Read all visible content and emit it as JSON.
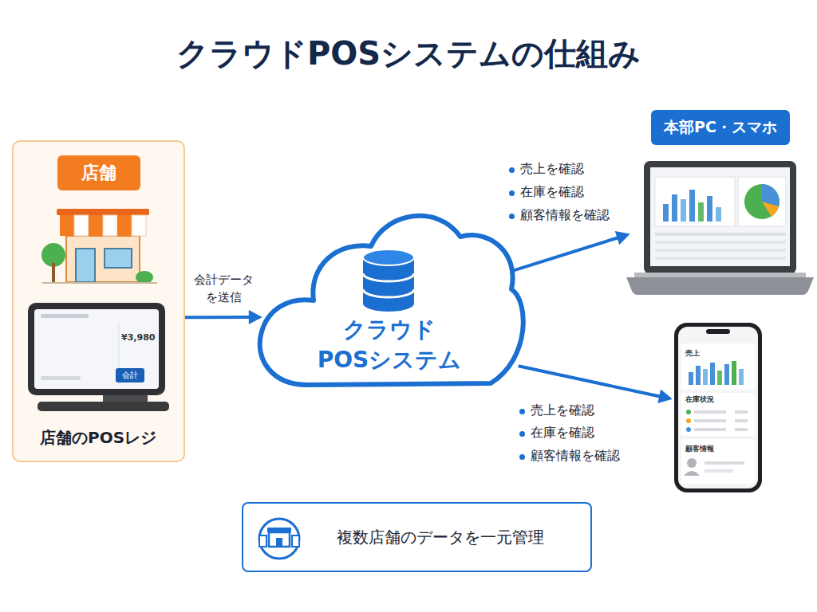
{
  "diagram": {
    "title": "クラウドPOSシステムの仕組み",
    "nodes": [
      {
        "text": [
          "店舗",
          "店舗のPOSレジ"
        ]
      },
      {
        "text": [
          "クラウド POSシステム"
        ]
      },
      {
        "text": [
          "本部PC・スマホ"
        ]
      },
      {
        "text": [
          "売上",
          "在庫状況",
          "顧客情報"
        ]
      },
      {
        "text": [
          "複数店舗のデータを一元管理"
        ]
      }
    ],
    "edges": [
      {
        "from": 0,
        "to": 1,
        "arrow": "to",
        "label": "会計データ を送信"
      },
      {
        "from": 1,
        "to": 2,
        "arrow": "to"
      },
      {
        "from": 1,
        "to": 3,
        "arrow": "to"
      }
    ],
    "labels": [
      "¥3,980",
      "会計",
      "売上を確認",
      "在庫を確認",
      "顧客情報を確認",
      "売上を確認",
      "在庫を確認",
      "顧客情報を確認"
    ]
  }
}
